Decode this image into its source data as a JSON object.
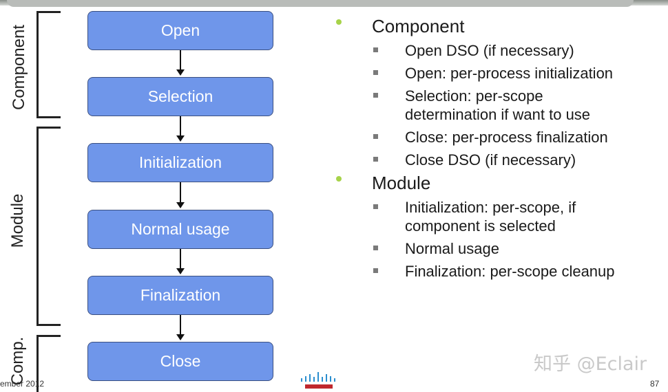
{
  "diagram": {
    "side_labels": {
      "component": "Component",
      "module": "Module",
      "comp": "Comp."
    },
    "steps": [
      "Open",
      "Selection",
      "Initialization",
      "Normal usage",
      "Finalization",
      "Close"
    ]
  },
  "bullets": {
    "sections": [
      {
        "title": "Component",
        "items": [
          [
            "Open DSO (if necessary)"
          ],
          [
            "Open: per-process initialization"
          ],
          [
            "Selection: per-scope",
            "determination if want to use"
          ],
          [
            "Close: per-process finalization"
          ],
          [
            "Close DSO (if necessary)"
          ]
        ]
      },
      {
        "title": "Module",
        "items": [
          [
            "Initialization: per-scope, if",
            "component is selected"
          ],
          [
            "Normal usage"
          ],
          [
            "Finalization: per-scope cleanup"
          ]
        ]
      }
    ]
  },
  "footer": {
    "date_fragment": "ember 2012",
    "page_number": "87",
    "watermark": "知乎 @Eclair"
  },
  "colors": {
    "box_fill": "#6f96ea",
    "bullet_dot": "#a7d34a",
    "logo_bars": "#2b8ecf",
    "logo_text": "#c0282d"
  },
  "icons": {
    "logo": "cisco-logo"
  }
}
